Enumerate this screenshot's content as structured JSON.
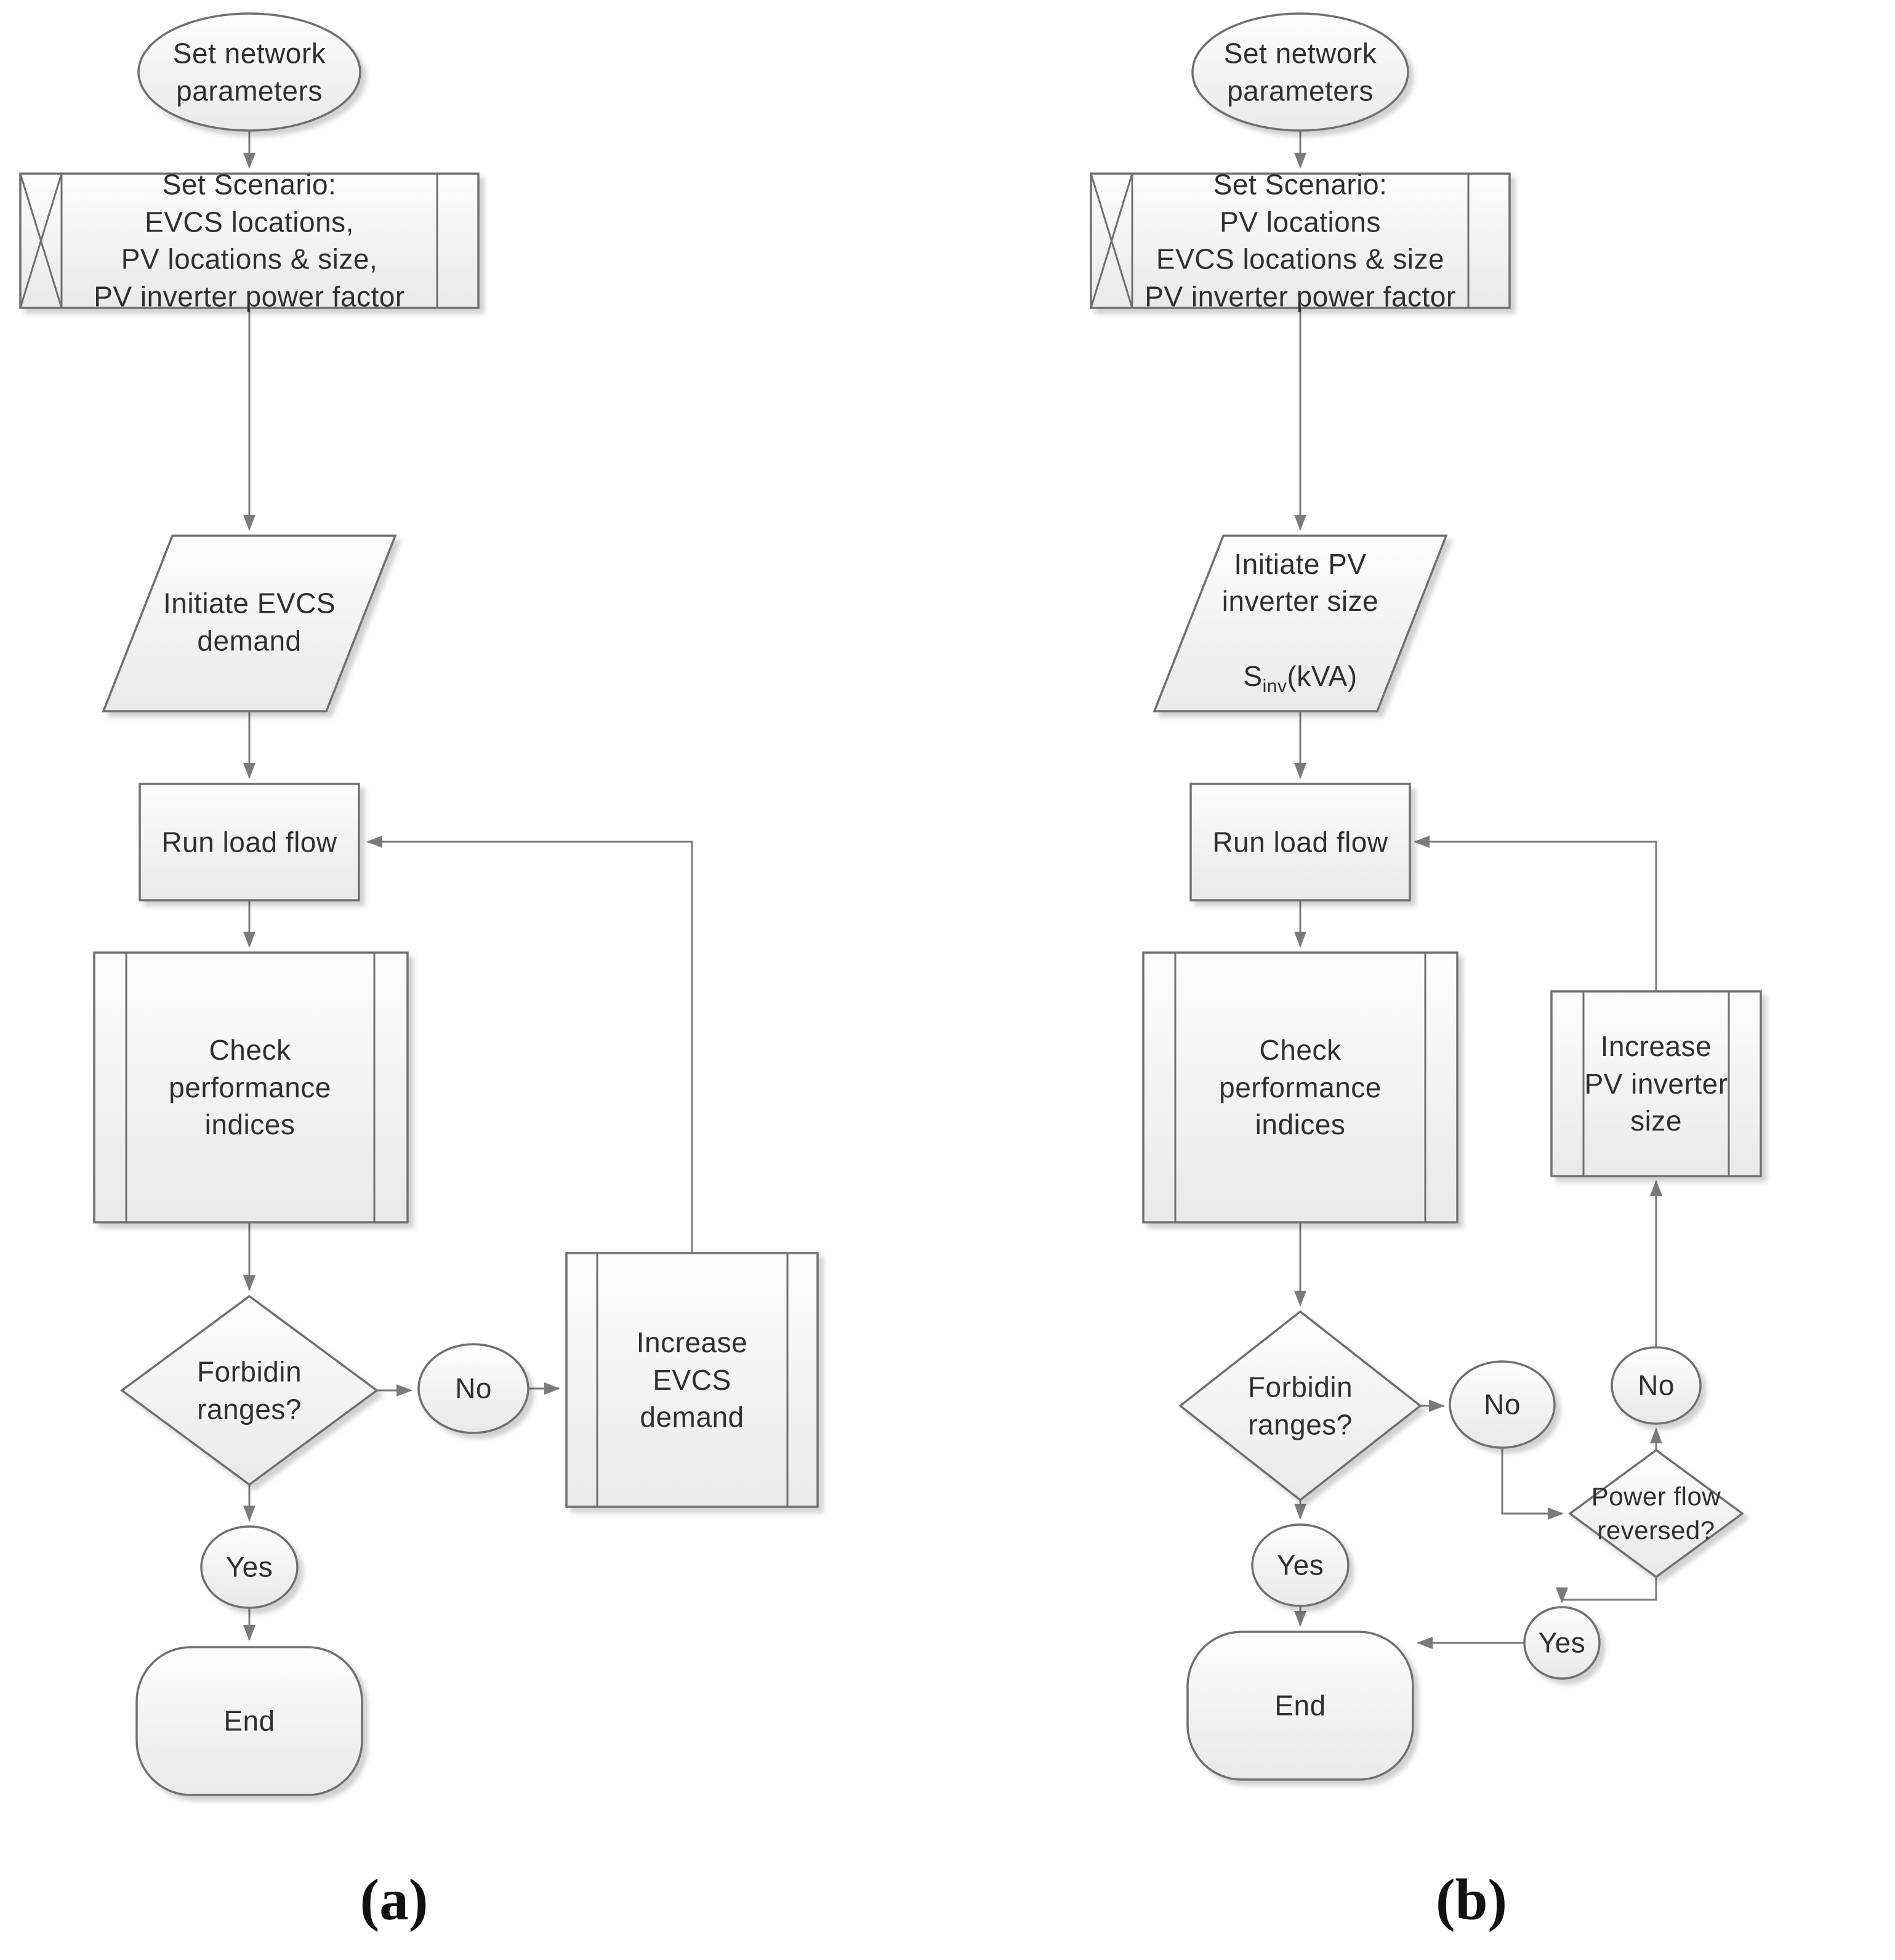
{
  "figure": {
    "caption_a": "(a)",
    "caption_b": "(b)"
  },
  "colors": {
    "shape_border": "#6f6f6f",
    "connector": "#7a7a7a",
    "text": "#2f2f2f",
    "fill_top": "#fdfdfd",
    "fill_bottom": "#e9e9e9"
  },
  "flowchart_a": {
    "start": "Set network\nparameters",
    "set_scenario": "Set Scenario:\nEVCS locations,\nPV locations & size,\nPV inverter power factor",
    "initiate_demand": "Initiate EVCS\ndemand",
    "run_load_flow": "Run load flow",
    "check_indices": "Check\nperformance\nindices",
    "forbidden_ranges": "Forbidin\nranges?",
    "no": "No",
    "yes": "Yes",
    "increase_demand": "Increase\nEVCS\ndemand",
    "end": "End"
  },
  "flowchart_b": {
    "start": "Set network\nparameters",
    "set_scenario": "Set Scenario:\nPV locations\nEVCS locations & size\nPV inverter power factor",
    "initiate_inverter": "Initiate PV\ninverter size",
    "inverter_symbol_base": "S",
    "inverter_symbol_sub": "inv",
    "inverter_symbol_unit": "(kVA)",
    "run_load_flow": "Run load flow",
    "check_indices": "Check\nperformance\nindices",
    "forbidden_ranges": "Forbidin\nranges?",
    "no_first": "No",
    "no_second": "No",
    "power_flow_reversed": "Power flow\nreversed?",
    "increase_inverter": "Increase\nPV inverter\nsize",
    "yes_first": "Yes",
    "yes_second": "Yes",
    "end": "End"
  }
}
